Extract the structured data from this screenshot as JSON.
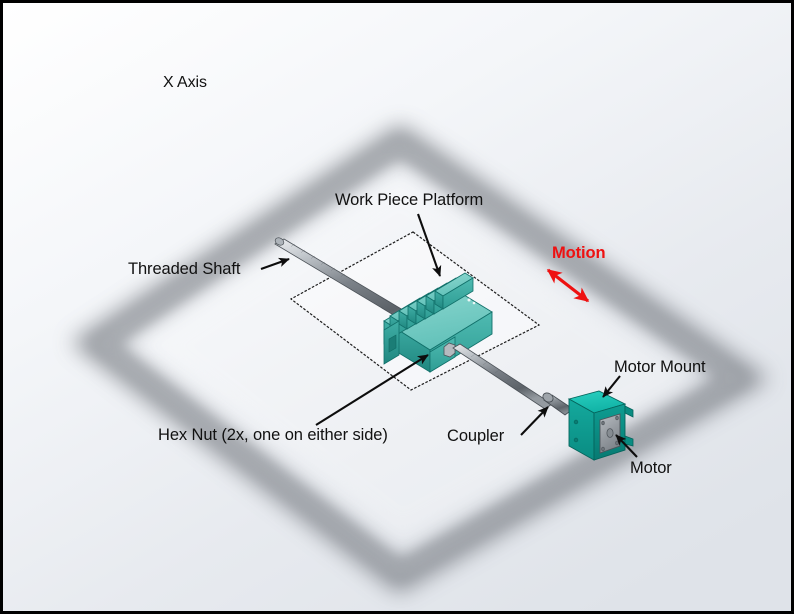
{
  "figure": {
    "title": "X Axis",
    "background_color": "#eef0f4",
    "border_color": "#000000"
  },
  "labels": {
    "axis": "X Axis",
    "work_piece_platform": "Work Piece Platform",
    "threaded_shaft": "Threaded Shaft",
    "hex_nut": "Hex Nut (2x, one on either side)",
    "coupler": "Coupler",
    "motor_mount": "Motor Mount",
    "motor": "Motor",
    "motion": "Motion"
  },
  "colors": {
    "teal_top": "#7fd0c8",
    "teal_face": "#35b3a8",
    "teal_dark": "#1f8d86",
    "shaft_light": "#cfd3d8",
    "shaft_mid": "#8b9096",
    "shaft_dark": "#5e646b",
    "motion_red": "#ee1111",
    "outline": "#1a1a1a",
    "shadow_gray": "#6e7277"
  },
  "components": [
    {
      "name": "work-piece-platform",
      "label": "Work Piece Platform",
      "material_color": "#35b3a8",
      "fin_count": 6
    },
    {
      "name": "threaded-shaft",
      "label": "Threaded Shaft",
      "material_color": "#8b9096"
    },
    {
      "name": "hex-nut",
      "label": "Hex Nut (2x, one on either side)",
      "quantity": "2x"
    },
    {
      "name": "coupler",
      "label": "Coupler",
      "material_color": "#6d7378"
    },
    {
      "name": "motor-mount",
      "label": "Motor Mount",
      "material_color": "#17a99e"
    },
    {
      "name": "motor",
      "label": "Motor",
      "material_color": "#9aa0a6"
    },
    {
      "name": "motion-arrow",
      "label": "Motion",
      "color": "#ee1111",
      "direction": "bidirectional"
    }
  ]
}
